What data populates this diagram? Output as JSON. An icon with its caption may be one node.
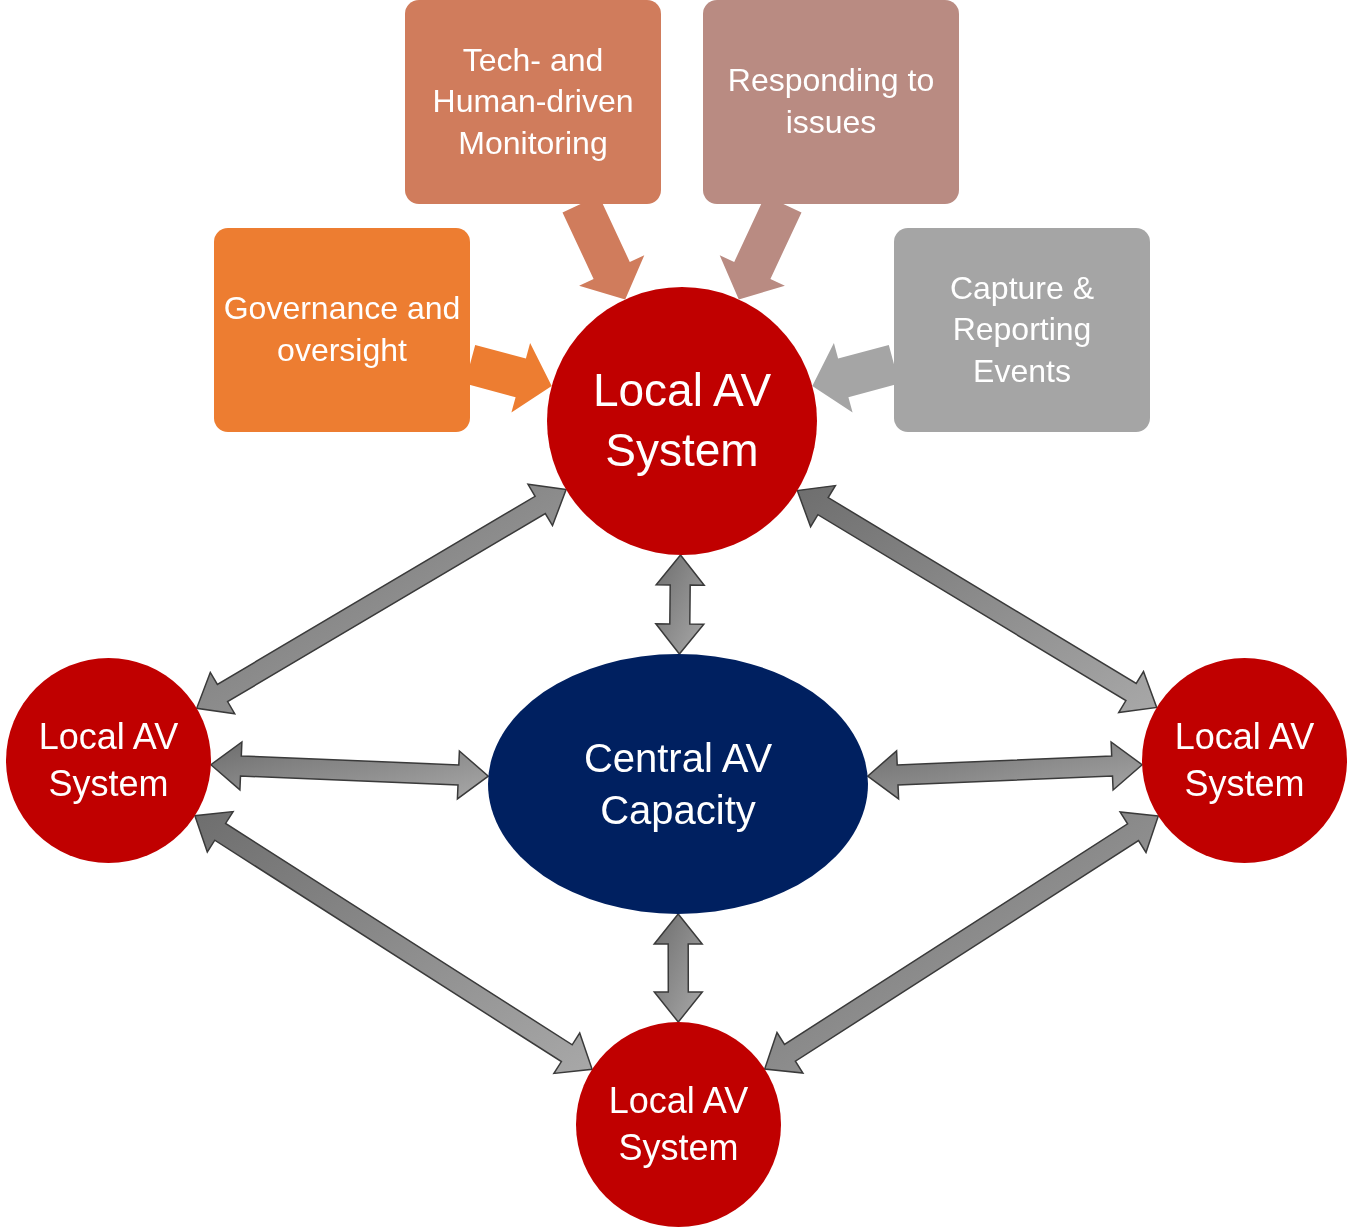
{
  "diagram": {
    "nodes": [
      {
        "text": [
          "Tech- and Human-driven Monitoring"
        ]
      },
      {
        "text": [
          "Responding to issues"
        ]
      },
      {
        "text": [
          "Governance and oversight"
        ]
      },
      {
        "text": [
          "Local AV System"
        ]
      },
      {
        "text": [
          "Capture & Reporting Events"
        ]
      },
      {
        "text": [
          "Local AV System"
        ]
      },
      {
        "text": [
          "Central AV Capacity"
        ]
      },
      {
        "text": [
          "Local AV System"
        ]
      },
      {
        "text": [
          "Local AV System"
        ]
      }
    ],
    "edges": [
      {
        "from": 0,
        "to": 3,
        "arrow": "to",
        "color": "#d07c5c"
      },
      {
        "from": 1,
        "to": 3,
        "arrow": "to",
        "color": "#b98b82"
      },
      {
        "from": 2,
        "to": 3,
        "arrow": "to",
        "color": "#ed7d31"
      },
      {
        "from": 4,
        "to": 3,
        "arrow": "to",
        "color": "#a5a5a5"
      },
      {
        "from": 3,
        "to": 5,
        "arrow": "both"
      },
      {
        "from": 3,
        "to": 7,
        "arrow": "both"
      },
      {
        "from": 3,
        "to": 6,
        "arrow": "both"
      },
      {
        "from": 5,
        "to": 6,
        "arrow": "both"
      },
      {
        "from": 6,
        "to": 7,
        "arrow": "both"
      },
      {
        "from": 6,
        "to": 8,
        "arrow": "both"
      },
      {
        "from": 5,
        "to": 8,
        "arrow": "both"
      },
      {
        "from": 7,
        "to": 8,
        "arrow": "both"
      }
    ]
  }
}
